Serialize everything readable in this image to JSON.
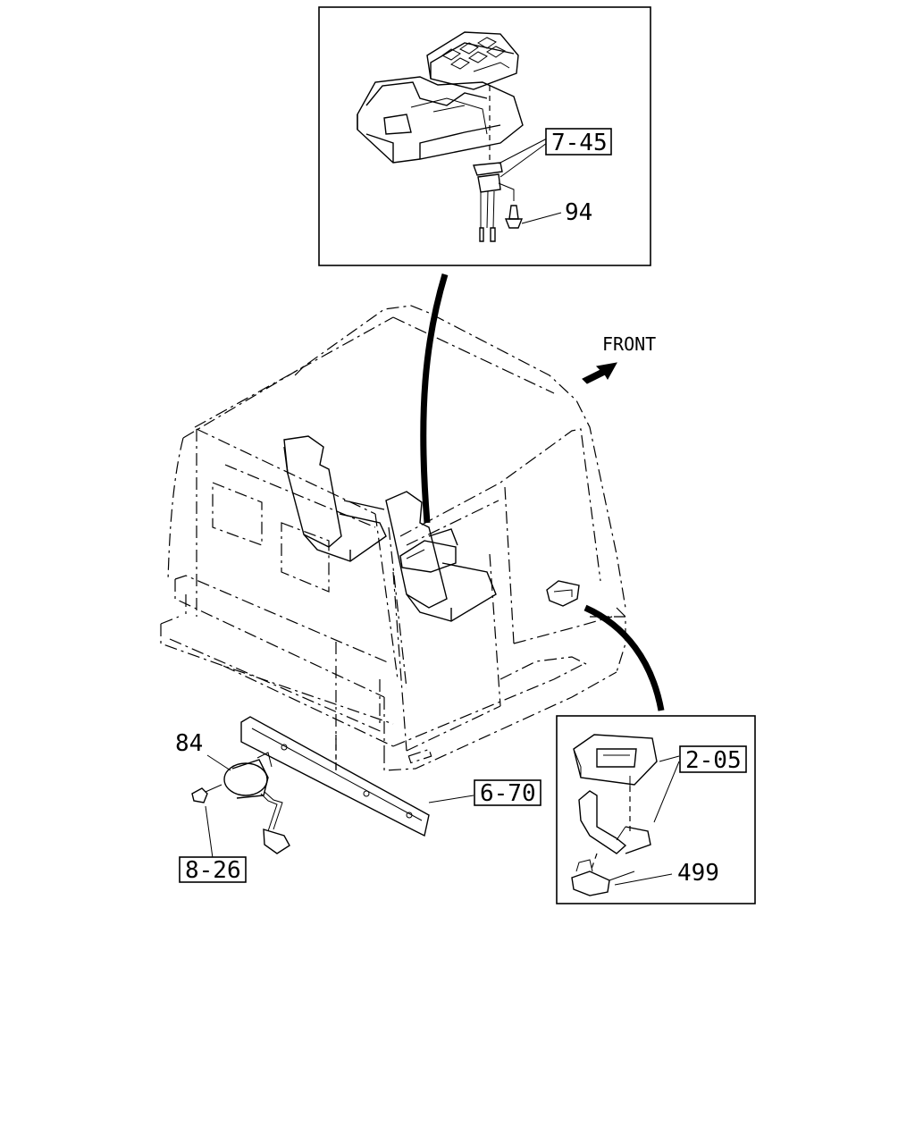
{
  "diagram": {
    "direction_label": "FRONT",
    "callouts": {
      "ref_7_45": "7-45",
      "part_94": "94",
      "part_84": "84",
      "ref_8_26": "8-26",
      "ref_6_70": "6-70",
      "ref_2_05": "2-05",
      "part_499": "499"
    },
    "icons": {
      "front_arrow": "arrow-icon"
    }
  }
}
